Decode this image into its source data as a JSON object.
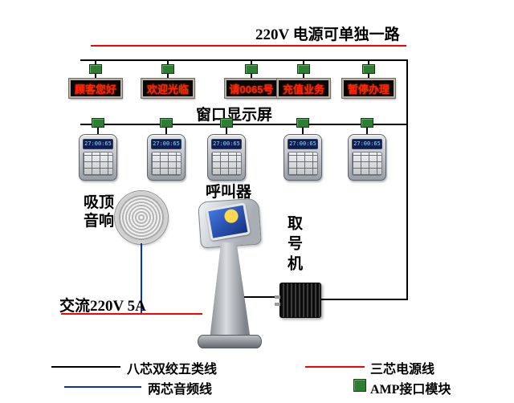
{
  "diagram": {
    "top_power_label": "220V 电源可单独一路",
    "displays": {
      "label": "窗口显示屏",
      "items": [
        "顾客您好",
        "欢迎光临",
        "请0065号",
        "充值业务",
        "暂停办理"
      ]
    },
    "callers": {
      "label": "呼叫器",
      "screen_text": "27:00:65"
    },
    "speaker_label": "吸顶音响",
    "kiosk_label": "取号机",
    "ac_power_label": "交流220V 5A",
    "legend": {
      "cat5": "八芯双绞五类线",
      "power": "三芯电源线",
      "audio": "两芯音频线",
      "amp": "AMP接口模块"
    },
    "colors": {
      "data_wire": "#000000",
      "power_wire": "#ff0000",
      "audio_wire": "#0033cc",
      "amp_module_green": "#2e7d32",
      "led_text_red": "#ff2400"
    }
  }
}
